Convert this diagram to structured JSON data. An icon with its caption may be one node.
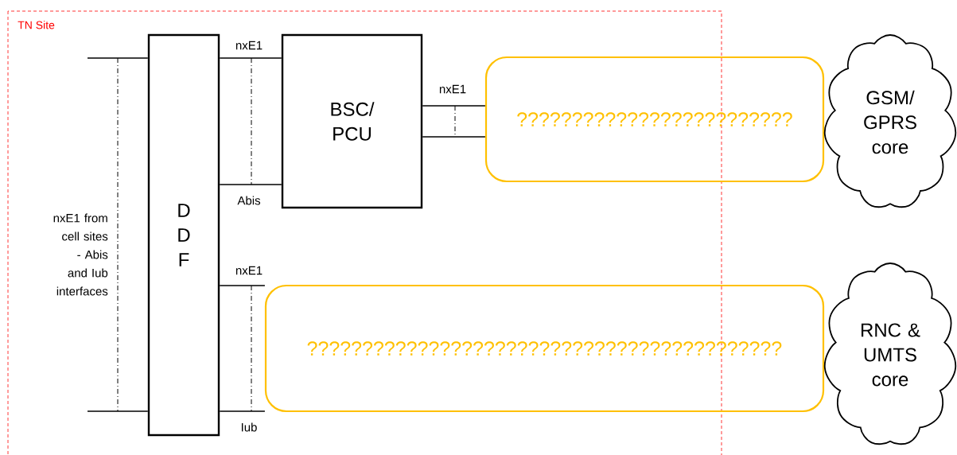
{
  "diagram": {
    "nodes": [
      {
        "text": [
          "TN Site"
        ]
      },
      {
        "text": [
          "D D F"
        ],
        "in": 0
      },
      {
        "text": [
          "BSC/ PCU"
        ],
        "in": 0
      },
      {
        "text": [
          "?????????????????????????"
        ]
      },
      {
        "text": [
          "GSM/ GPRS core"
        ]
      },
      {
        "text": [
          "???????????????????????????????????????????"
        ]
      },
      {
        "text": [
          "RNC & UMTS core"
        ]
      }
    ],
    "edges": [
      {
        "from": null,
        "to": 1,
        "arrow": "none"
      },
      {
        "from": null,
        "to": 1,
        "arrow": "none"
      },
      {
        "from": 1,
        "to": 2,
        "arrow": "none",
        "label": "nxE1"
      },
      {
        "from": 1,
        "to": 2,
        "arrow": "none",
        "label": "Abis"
      },
      {
        "from": 2,
        "to": 3,
        "arrow": "none",
        "label": "nxE1"
      },
      {
        "from": 2,
        "to": 3,
        "arrow": "none"
      },
      {
        "from": 1,
        "to": 5,
        "arrow": "none",
        "label": "nxE1"
      },
      {
        "from": 1,
        "to": 5,
        "arrow": "none",
        "label": "Iub"
      }
    ],
    "labels": [
      "nxE1 from cell sites - Abis and Iub interfaces"
    ]
  }
}
